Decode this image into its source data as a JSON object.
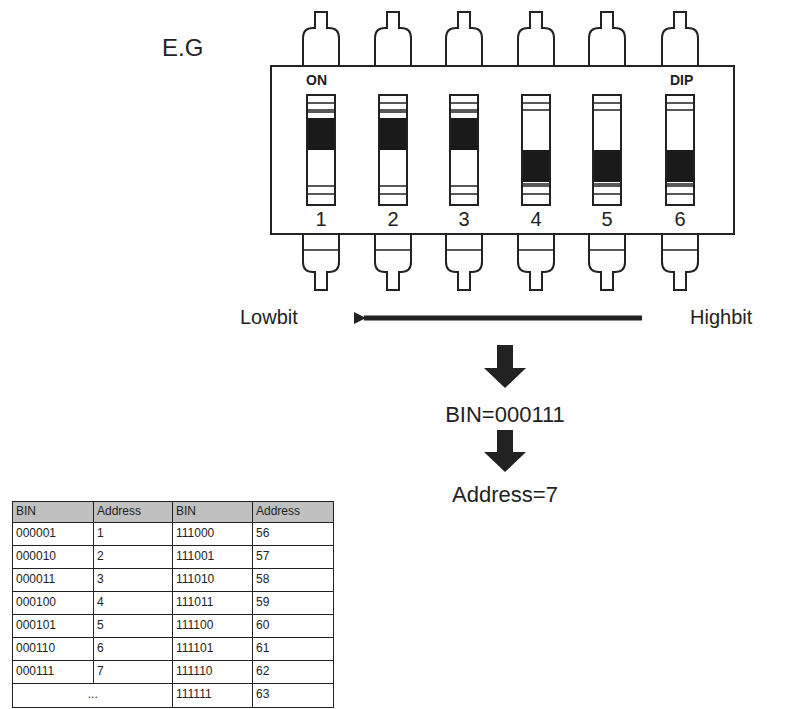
{
  "diagram": {
    "nodes": [
      {
        "text": [
          "ON",
          "DIP",
          "1",
          "2",
          "3",
          "4",
          "5",
          "6"
        ]
      }
    ],
    "labels": [
      "E.G",
      "Lowbit",
      "Highbit",
      "BIN=000111",
      "Address=7",
      "BIN",
      "Address",
      "BIN",
      "Address",
      "000001",
      "1",
      "111000",
      "56",
      "000010",
      "2",
      "111001",
      "57",
      "000011",
      "3",
      "111010",
      "58",
      "000100",
      "4",
      "111011",
      "59",
      "000101",
      "5",
      "111100",
      "60",
      "000110",
      "6",
      "111101",
      "61",
      "000111",
      "7",
      "111110",
      "62",
      "...",
      "111111",
      "63"
    ]
  }
}
